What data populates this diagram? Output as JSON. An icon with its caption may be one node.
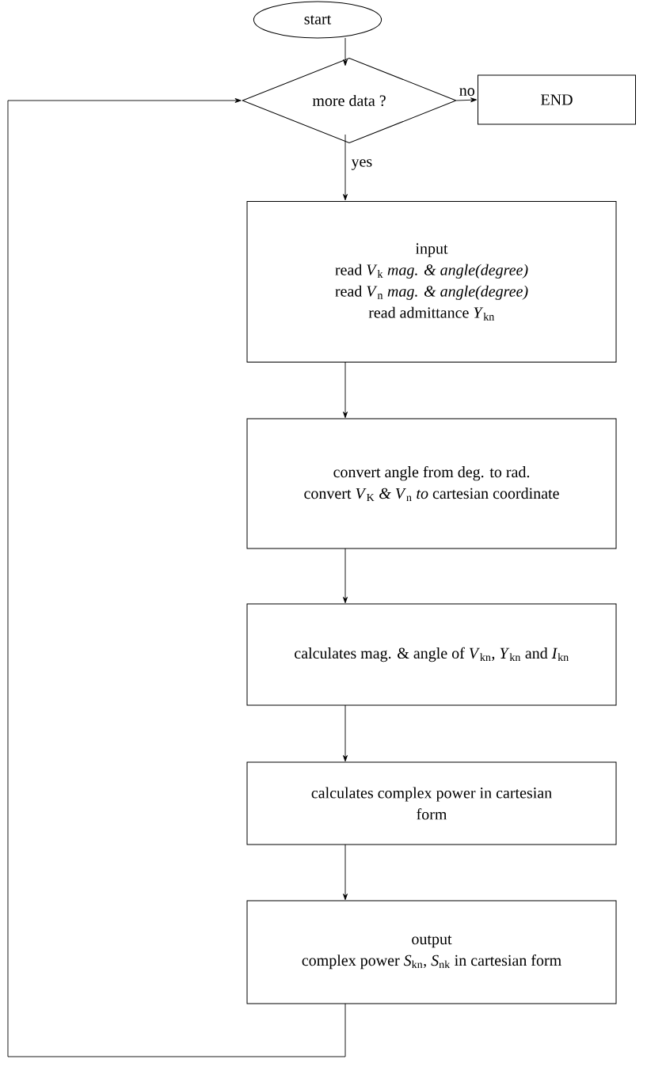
{
  "diagram": {
    "nodes": [
      {
        "text": [
          "start"
        ]
      },
      {
        "text": [
          "more data ?"
        ]
      },
      {
        "text": [
          "END"
        ]
      },
      {
        "text": [
          "input",
          "read *V*$_{k}$ *mag. & angle(degree)*",
          "read *V*$_{n}$ *mag. & angle(degree)*",
          "read admittance *Y*$_{kn}$"
        ]
      },
      {
        "text": [
          "convert angle from deg. to rad.",
          "convert *V*$_{K}$ *& V*$_{n}$ *to* cartesian coordinate"
        ]
      },
      {
        "text": [
          "calculates mag. & angle of *V*$_{kn}$, *Y*$_{kn}$ and *I*$_{kn}$"
        ]
      },
      {
        "text": [
          "calculates complex power in cartesian form"
        ]
      },
      {
        "text": [
          "output",
          "complex power *S*$_{kn}$, *S*$_{nk}$ in cartesian form"
        ]
      }
    ],
    "edges": [
      {
        "from": 0,
        "to": 1,
        "arrow": "to"
      },
      {
        "from": 1,
        "to": 2,
        "arrow": "to",
        "label": "no"
      },
      {
        "from": 1,
        "to": 3,
        "arrow": "to",
        "label": "yes"
      },
      {
        "from": 3,
        "to": 4,
        "arrow": "to"
      },
      {
        "from": 4,
        "to": 5,
        "arrow": "to"
      },
      {
        "from": 5,
        "to": 6,
        "arrow": "to"
      },
      {
        "from": 6,
        "to": 7,
        "arrow": "to"
      },
      {
        "from": 7,
        "to": 1,
        "arrow": "to"
      }
    ]
  }
}
